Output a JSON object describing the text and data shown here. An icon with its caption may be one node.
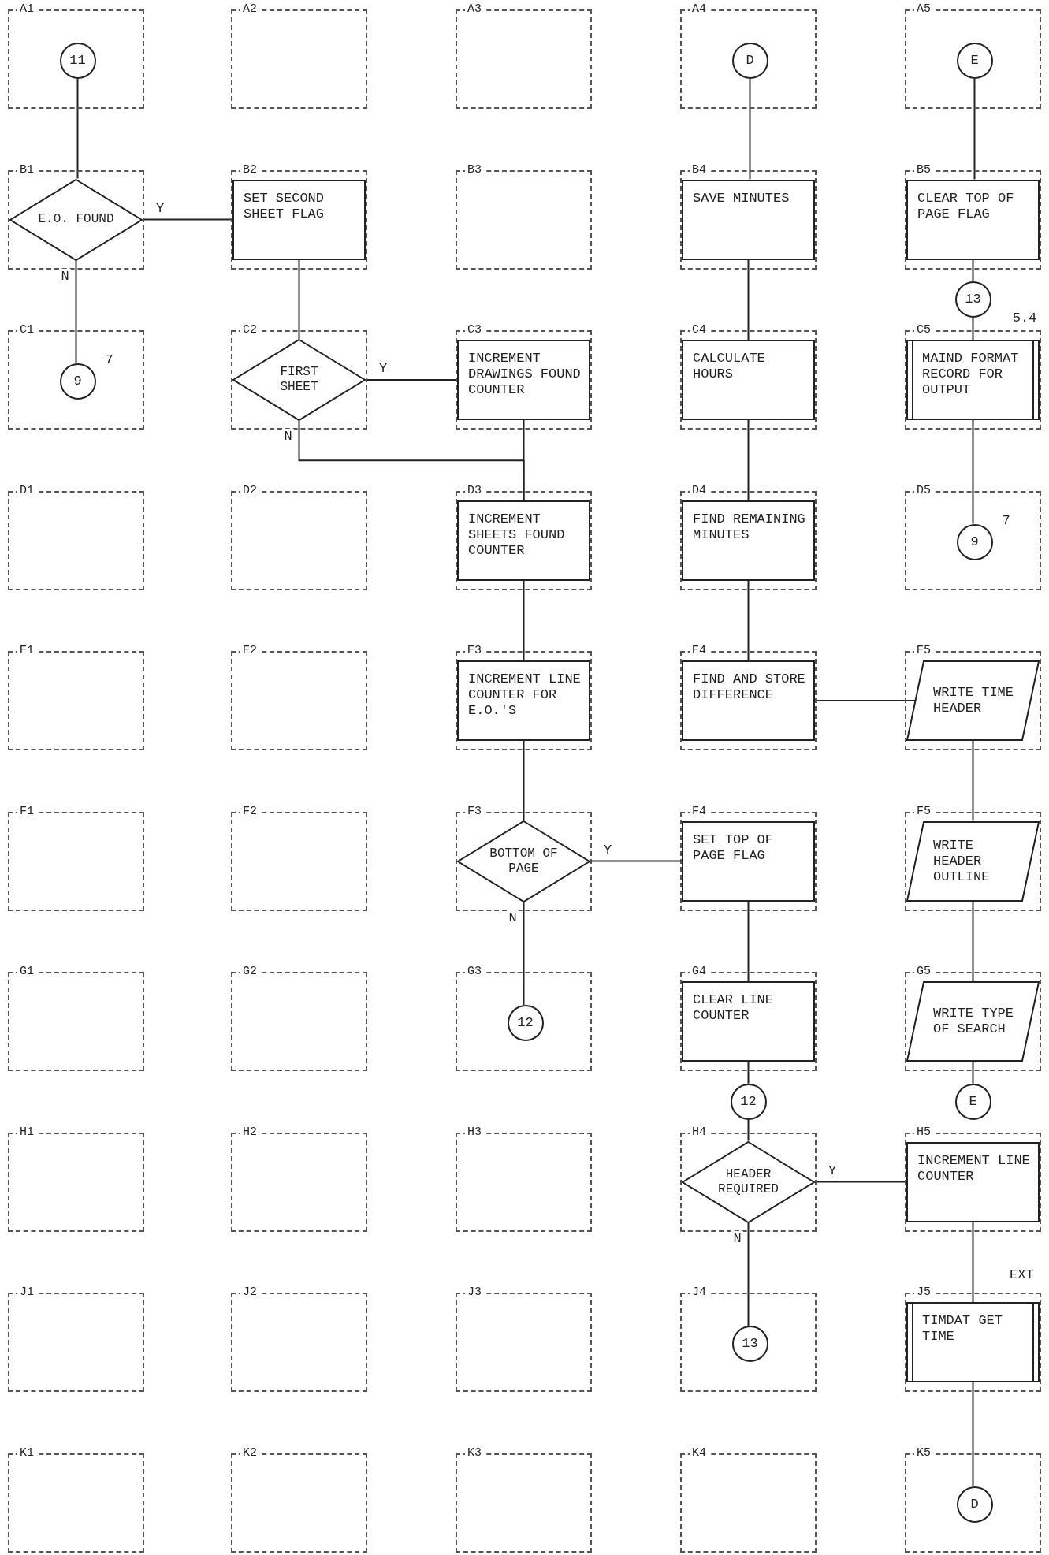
{
  "diagram": {
    "nodes": [
      {
        "text": [
          "A1"
        ]
      },
      {
        "text": [
          "11"
        ],
        "in": 0
      },
      {
        "text": [
          "A2"
        ]
      },
      {
        "text": [
          "A3"
        ]
      },
      {
        "text": [
          "A4"
        ]
      },
      {
        "text": [
          "D"
        ],
        "in": 4
      },
      {
        "text": [
          "A5"
        ]
      },
      {
        "text": [
          "E"
        ],
        "in": 6
      },
      {
        "text": [
          "B1"
        ]
      },
      {
        "text": [
          "E.O. FOUND"
        ],
        "in": 8
      },
      {
        "text": [
          "B2"
        ]
      },
      {
        "text": [
          "SET SECOND SHEET FLAG"
        ],
        "in": 10
      },
      {
        "text": [
          "B3"
        ]
      },
      {
        "text": [
          "B4"
        ]
      },
      {
        "text": [
          "SAVE MINUTES"
        ],
        "in": 13
      },
      {
        "text": [
          "B5"
        ]
      },
      {
        "text": [
          "CLEAR TOP OF PAGE FLAG"
        ],
        "in": 15
      },
      {
        "text": [
          "13"
        ]
      },
      {
        "text": [
          "C1"
        ]
      },
      {
        "text": [
          "9"
        ],
        "in": 18,
        "beside": [
          "7"
        ]
      },
      {
        "text": [
          "C2"
        ]
      },
      {
        "text": [
          "FIRST SHEET"
        ],
        "in": 20
      },
      {
        "text": [
          "C3"
        ]
      },
      {
        "text": [
          "INCREMENT DRAWINGS FOUND COUNTER"
        ],
        "in": 22
      },
      {
        "text": [
          "C4"
        ]
      },
      {
        "text": [
          "CALCULATE HOURS"
        ],
        "in": 24
      },
      {
        "text": [
          "C5"
        ]
      },
      {
        "text": [
          "MAIND FORMAT RECORD FOR OUTPUT"
        ],
        "in": 26
      },
      {
        "text": [
          "D1"
        ]
      },
      {
        "text": [
          "D2"
        ]
      },
      {
        "text": [
          "D3"
        ]
      },
      {
        "text": [
          "INCREMENT SHEETS FOUND COUNTER"
        ],
        "in": 30
      },
      {
        "text": [
          "D4"
        ]
      },
      {
        "text": [
          "FIND REMAINING MINUTES"
        ],
        "in": 32
      },
      {
        "text": [
          "D5"
        ]
      },
      {
        "text": [
          "9"
        ],
        "in": 34,
        "beside": [
          "7"
        ]
      },
      {
        "text": [
          "E1"
        ]
      },
      {
        "text": [
          "E2"
        ]
      },
      {
        "text": [
          "E3"
        ]
      },
      {
        "text": [
          "INCREMENT LINE COUNTER FOR E.O.'S"
        ],
        "in": 38
      },
      {
        "text": [
          "E4"
        ]
      },
      {
        "text": [
          "FIND AND STORE DIFFERENCE"
        ],
        "in": 40
      },
      {
        "text": [
          "E5"
        ]
      },
      {
        "text": [
          "WRITE TIME HEADER"
        ],
        "in": 42
      },
      {
        "text": [
          "F1"
        ]
      },
      {
        "text": [
          "F2"
        ]
      },
      {
        "text": [
          "F3"
        ]
      },
      {
        "text": [
          "BOTTOM OF PAGE"
        ],
        "in": 46
      },
      {
        "text": [
          "F4"
        ]
      },
      {
        "text": [
          "SET TOP OF PAGE FLAG"
        ],
        "in": 48
      },
      {
        "text": [
          "F5"
        ]
      },
      {
        "text": [
          "WRITE HEADER OUTLINE"
        ],
        "in": 50
      },
      {
        "text": [
          "G1"
        ]
      },
      {
        "text": [
          "G2"
        ]
      },
      {
        "text": [
          "G3"
        ]
      },
      {
        "text": [
          "12"
        ],
        "in": 54
      },
      {
        "text": [
          "G4"
        ]
      },
      {
        "text": [
          "CLEAR LINE COUNTER"
        ],
        "in": 56
      },
      {
        "text": [
          "G5"
        ]
      },
      {
        "text": [
          "WRITE TYPE OF SEARCH"
        ],
        "in": 58
      },
      {
        "text": [
          "12"
        ]
      },
      {
        "text": [
          "E"
        ]
      },
      {
        "text": [
          "H1"
        ]
      },
      {
        "text": [
          "H2"
        ]
      },
      {
        "text": [
          "H3"
        ]
      },
      {
        "text": [
          "H4"
        ]
      },
      {
        "text": [
          "HEADER REQUIRED"
        ],
        "in": 65
      },
      {
        "text": [
          "H5"
        ]
      },
      {
        "text": [
          "INCREMENT LINE COUNTER"
        ],
        "in": 67
      },
      {
        "text": [
          "J1"
        ]
      },
      {
        "text": [
          "J2"
        ]
      },
      {
        "text": [
          "J3"
        ]
      },
      {
        "text": [
          "J4"
        ]
      },
      {
        "text": [
          "13"
        ],
        "in": 72
      },
      {
        "text": [
          "J5"
        ]
      },
      {
        "text": [
          "TIMDAT GET TIME"
        ],
        "in": 74,
        "beside": [
          "EXT"
        ]
      },
      {
        "text": [
          "K1"
        ]
      },
      {
        "text": [
          "K2"
        ]
      },
      {
        "text": [
          "K3"
        ]
      },
      {
        "text": [
          "K4"
        ]
      },
      {
        "text": [
          "K5"
        ]
      },
      {
        "text": [
          "D"
        ],
        "in": 80
      }
    ],
    "edges": [
      {
        "from": 1,
        "to": 9,
        "arrow": "none"
      },
      {
        "from": 9,
        "to": 11,
        "label": "Y",
        "arrow": "none"
      },
      {
        "from": 9,
        "to": 19,
        "label": "N",
        "arrow": "none"
      },
      {
        "from": 11,
        "to": 21,
        "arrow": "none"
      },
      {
        "from": 21,
        "to": 23,
        "label": "Y",
        "arrow": "none"
      },
      {
        "from": 21,
        "to": 31,
        "label": "N",
        "arrow": "none"
      },
      {
        "from": 23,
        "to": 31,
        "arrow": "none"
      },
      {
        "from": 31,
        "to": 39,
        "arrow": "none"
      },
      {
        "from": 39,
        "to": 47,
        "arrow": "none"
      },
      {
        "from": 47,
        "to": 49,
        "label": "Y",
        "arrow": "none"
      },
      {
        "from": 47,
        "to": 55,
        "label": "N",
        "arrow": "none"
      },
      {
        "from": 49,
        "to": 57,
        "arrow": "none"
      },
      {
        "from": 57,
        "to": 60,
        "arrow": "none"
      },
      {
        "from": 60,
        "to": 66,
        "arrow": "none"
      },
      {
        "from": 66,
        "to": 68,
        "label": "Y",
        "arrow": "none"
      },
      {
        "from": 66,
        "to": 73,
        "label": "N",
        "arrow": "none"
      },
      {
        "from": 68,
        "to": 75,
        "arrow": "none"
      },
      {
        "from": 75,
        "to": 81,
        "arrow": "none"
      },
      {
        "from": 5,
        "to": 14,
        "arrow": "none"
      },
      {
        "from": 14,
        "to": 25,
        "arrow": "none"
      },
      {
        "from": 25,
        "to": 33,
        "arrow": "none"
      },
      {
        "from": 33,
        "to": 41,
        "arrow": "none"
      },
      {
        "from": 41,
        "to": 43,
        "arrow": "none"
      },
      {
        "from": 43,
        "to": 51,
        "arrow": "none"
      },
      {
        "from": 51,
        "to": 59,
        "arrow": "none"
      },
      {
        "from": 59,
        "to": 61,
        "arrow": "none"
      },
      {
        "from": 7,
        "to": 16,
        "arrow": "none"
      },
      {
        "from": 16,
        "to": 17,
        "arrow": "none"
      },
      {
        "from": 17,
        "to": 27,
        "arrow": "none"
      },
      {
        "from": 27,
        "to": 35,
        "arrow": "none"
      }
    ],
    "labels": [
      "5.4"
    ]
  }
}
